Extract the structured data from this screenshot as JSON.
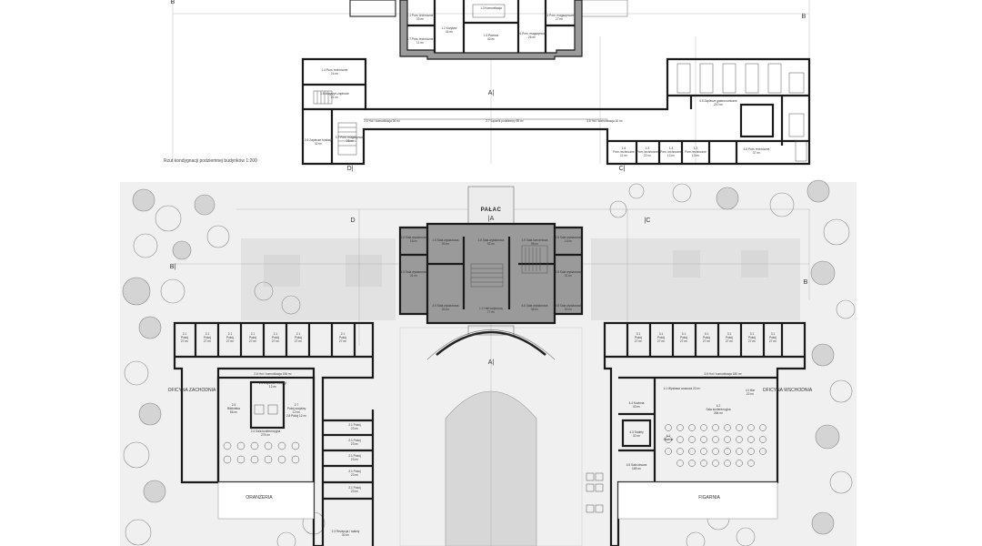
{
  "caption": "Rzut kondygnacji podziemnej budynków 1:200",
  "axes": {
    "a_top": "A|",
    "b_top": "B",
    "b_top_right": "B",
    "c_top": "C|",
    "d_top": "D|",
    "a_site": "|A",
    "b_site_left": "B|",
    "b_site_right": "B",
    "c_site": "|C",
    "d_site": "D",
    "a_bottom": "A|"
  },
  "buildings": {
    "palace": "PAŁAC",
    "west_wing": "OFICYNA ZACHODNIA",
    "east_wing": "OFICYNA WSCHODNIA",
    "orangery": "ORANŻERIA",
    "figarnia": "FIGARNIA"
  },
  "basement_rooms": [
    {
      "id": "1.1",
      "name": "Pom. techniczne",
      "area": "33 m²"
    },
    {
      "id": "1.2",
      "name": "Korytarz",
      "area": "44 m²"
    },
    {
      "id": "1.3",
      "name": "Komunikacja",
      "area": ""
    },
    {
      "id": "1.4",
      "name": "Pom. magazynowe",
      "area": "27 m²"
    },
    {
      "id": "1.5",
      "name": "Piwnica",
      "area": "40 m²"
    },
    {
      "id": "1.6",
      "name": "Pom. magazynowe",
      "area": "26 m²"
    },
    {
      "id": "1.7",
      "name": "Pom. techniczne",
      "area": "11 m²"
    },
    {
      "id": "1.4",
      "name": "Pom. techniczne",
      "area": "24 m²"
    },
    {
      "id": "1.5",
      "name": "Magazyn zaplecze",
      "area": "21 m²"
    },
    {
      "id": "3.6",
      "name": "Zaplecze fundacji",
      "area": "32 m²"
    },
    {
      "id": "3.7",
      "name": "Pom. magazynowe",
      "area": "28 m²"
    },
    {
      "id": "2.6",
      "name": "Hol / komunikacja",
      "area": "26 m²"
    },
    {
      "id": "2.7",
      "name": "Łącznik podziemny",
      "area": "85 m²"
    },
    {
      "id": "3.6",
      "name": "Hol / komunikacja",
      "area": "30 m²"
    },
    {
      "id": "4.5",
      "name": "Zaplecze gastronomiczne",
      "area": "210 m²"
    },
    {
      "id": "1.6",
      "name": "Pom. techniczne",
      "area": "11 m²"
    },
    {
      "id": "1.5",
      "name": "Pom. techniczne",
      "area": "22 m²"
    },
    {
      "id": "1.4",
      "name": "Pom. techniczne",
      "area": "13 m²"
    },
    {
      "id": "1.3",
      "name": "Pom. techniczne",
      "area": "13 m²"
    },
    {
      "id": "4.8",
      "name": "Pom. techniczne",
      "area": "37 m²"
    }
  ],
  "palace_rooms": [
    {
      "id": "4.6",
      "name": "Sala wystawowa",
      "area": "16 m²"
    },
    {
      "id": "1.6",
      "name": "Sala wystawowa",
      "area": "90 m²"
    },
    {
      "id": "1.8",
      "name": "Sala wystawowa",
      "area": "92 m²"
    },
    {
      "id": "1.9",
      "name": "Sala koncertowa",
      "area": "98 m²"
    },
    {
      "id": "4.6",
      "name": "Sala wystawowa",
      "area": "15 m²"
    },
    {
      "id": "4.5",
      "name": "Sala wystawowa",
      "area": "31 m²"
    },
    {
      "id": "4.6",
      "name": "Sala wystawowa",
      "area": "31 m²"
    },
    {
      "id": "4.8",
      "name": "Sala wystawowa",
      "area": "30 m²"
    },
    {
      "id": "1.1",
      "name": "Hall wejściowy",
      "area": "77 m²"
    },
    {
      "id": "4.6",
      "name": "Sala wystawowa",
      "area": "36 m²"
    },
    {
      "id": "4.8",
      "name": "Sala wystawowa",
      "area": "30 m²"
    }
  ],
  "west_rooms": [
    {
      "id": "2.1",
      "name": "Pokój",
      "area": "27 m²"
    },
    {
      "id": "2.1",
      "name": "Pokój",
      "area": "27 m²"
    },
    {
      "id": "2.1",
      "name": "Pokój",
      "area": "27 m²"
    },
    {
      "id": "2.1",
      "name": "Pokój",
      "area": "27 m²"
    },
    {
      "id": "2.1",
      "name": "Pokój",
      "area": "27 m²"
    },
    {
      "id": "2.1",
      "name": "Pokój",
      "area": "27 m²"
    },
    {
      "id": "2.1",
      "name": "Pokój",
      "area": "27 m²"
    },
    {
      "id": "2.6",
      "name": "Hol / komunikacja",
      "area": "196 m²"
    },
    {
      "id": "2.2",
      "name": "Zaplecze recepcji",
      "area": "12 m²"
    },
    {
      "id": "2.5",
      "name": "Biblioteka",
      "area": "56 m²"
    },
    {
      "id": "2.7",
      "name": "Pokój socjalny",
      "area": "12 m²"
    },
    {
      "id": "2.8",
      "name": "Pokój",
      "area": "12 m²"
    },
    {
      "id": "2.4",
      "name": "Sala konferencyjna",
      "area": "275 m²"
    },
    {
      "id": "2.1",
      "name": "Pokój",
      "area": "23 m²"
    },
    {
      "id": "2.1",
      "name": "Pokój",
      "area": "23 m²"
    },
    {
      "id": "2.1",
      "name": "Pokój",
      "area": "23 m²"
    },
    {
      "id": "2.1",
      "name": "Pokój",
      "area": "23 m²"
    },
    {
      "id": "2.1",
      "name": "Pokój",
      "area": "23 m²"
    },
    {
      "id": "2.3",
      "name": "Recepcja / toalety",
      "area": "30 m²"
    }
  ],
  "east_rooms": [
    {
      "id": "3.1",
      "name": "Pokój",
      "area": "27 m²"
    },
    {
      "id": "3.1",
      "name": "Pokój",
      "area": "27 m²"
    },
    {
      "id": "3.1",
      "name": "Pokój",
      "area": "27 m²"
    },
    {
      "id": "3.1",
      "name": "Pokój",
      "area": "27 m²"
    },
    {
      "id": "3.1",
      "name": "Pokój",
      "area": "27 m²"
    },
    {
      "id": "3.1",
      "name": "Pokój",
      "area": "27 m²"
    },
    {
      "id": "3.1",
      "name": "Pokój",
      "area": "27 m²"
    },
    {
      "id": "3.5",
      "name": "Hol / komunikacja",
      "area": "180 m²"
    },
    {
      "id": "4.1",
      "name": "Wystawa czasowa",
      "area": "22 m²"
    },
    {
      "id": "4.1",
      "name": "Bar",
      "area": "22 m²"
    },
    {
      "id": "4.4",
      "name": "Kuchnia",
      "area": "40 m²"
    },
    {
      "id": "4.2",
      "name": "Sala konferencyjna",
      "area": "284 m²"
    },
    {
      "id": "4.3",
      "name": "Toalety",
      "area": "32 m²"
    },
    {
      "id": "4.1",
      "name": "Szatnia",
      "area": ""
    },
    {
      "id": "4.5",
      "name": "Sala kinowa",
      "area": "168 m²"
    }
  ]
}
